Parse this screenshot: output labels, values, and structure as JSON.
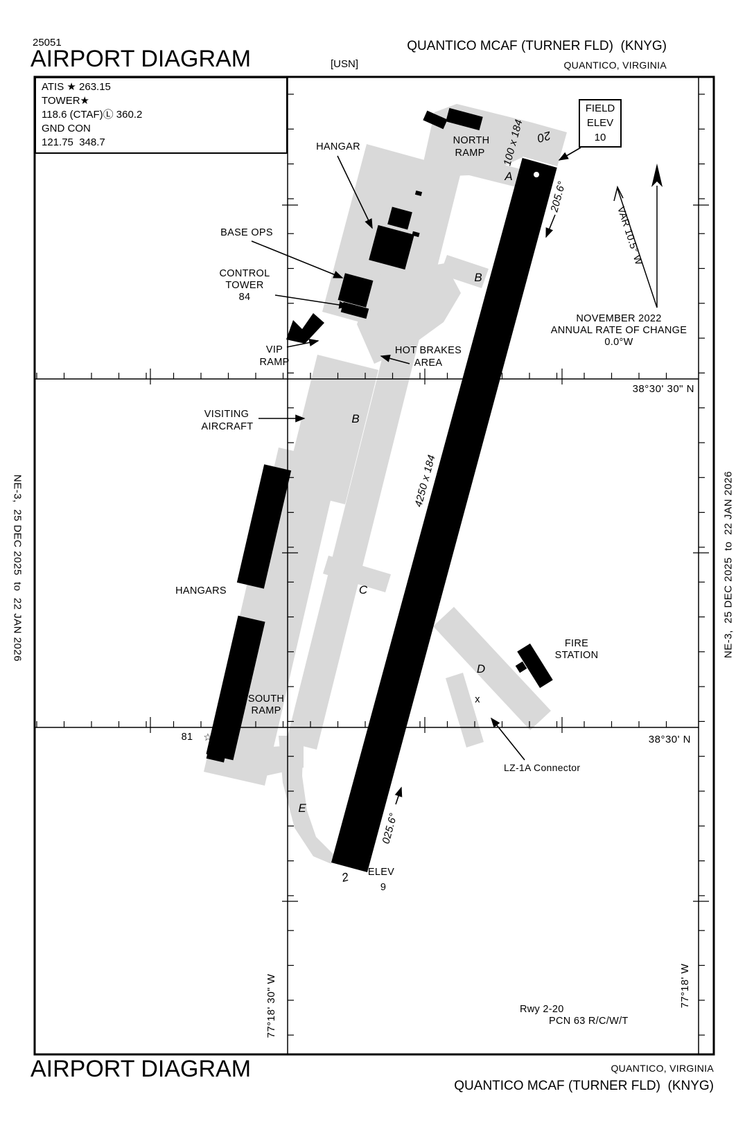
{
  "header": {
    "chart_number": "25051",
    "title": "AIRPORT DIAGRAM",
    "org": "[USN]",
    "airport": "QUANTICO MCAF (TURNER FLD)  (KNYG)",
    "city": "QUANTICO, VIRGINIA"
  },
  "footer": {
    "title": "AIRPORT DIAGRAM",
    "city": "QUANTICO, VIRGINIA",
    "airport": "QUANTICO MCAF (TURNER FLD)  (KNYG)"
  },
  "edition": {
    "text": "NE-3,  25 DEC 2025  to  22 JAN 2026"
  },
  "comm_box": {
    "lines": [
      "ATIS ★ 263.15",
      "TOWER★",
      "118.6 (CTAF)Ⓛ 360.2",
      "GND CON",
      "121.75  348.7"
    ]
  },
  "field_elev_box": {
    "lines": [
      "FIELD",
      "ELEV",
      "10"
    ]
  },
  "compass": {
    "var_label": "VAR 10.5° W",
    "note_lines": [
      "NOVEMBER 2022",
      "ANNUAL RATE OF CHANGE",
      "0.0°W"
    ]
  },
  "graticule": {
    "lat_top": "38°30' 30\" N",
    "lat_bottom": "38°30' N",
    "lon_left": "77°18' 30\" W",
    "lon_right": "77°18' W"
  },
  "runway": {
    "number_top": "20",
    "number_bottom": "2",
    "size_main": "4250 x 184",
    "size_overrun": "100 x 184",
    "hdg_top": "205.6°",
    "hdg_bottom": "025.6°",
    "elev_bottom_label": "ELEV",
    "elev_bottom_value": "9",
    "info_line1": "Rwy 2-20",
    "info_line2": "PCN 63 R/C/W/T"
  },
  "labels": {
    "north_ramp": [
      "NORTH",
      "RAMP"
    ],
    "hangar": "HANGAR",
    "base_ops": "BASE OPS",
    "control_tower": [
      "CONTROL",
      "TOWER",
      "84"
    ],
    "vip_ramp": [
      "VIP",
      "RAMP"
    ],
    "hot_brakes": [
      "HOT BRAKES",
      "AREA"
    ],
    "visiting_aircraft": [
      "VISITING",
      "AIRCRAFT"
    ],
    "hangars": "HANGARS",
    "south_ramp": [
      "SOUTH",
      "RAMP"
    ],
    "fire_station": [
      "FIRE",
      "STATION"
    ],
    "lz1a": "LZ-1A Connector",
    "tower_height": "81",
    "tower_star": "☆",
    "closed_marker": "x"
  },
  "taxiways": {
    "a": "A",
    "b_north": "B",
    "b_mid": "B",
    "c": "C",
    "d": "D",
    "e": "E"
  },
  "colors": {
    "ink": "#000000",
    "taxiway_gray": "#d9d9d9",
    "paper": "#ffffff"
  }
}
